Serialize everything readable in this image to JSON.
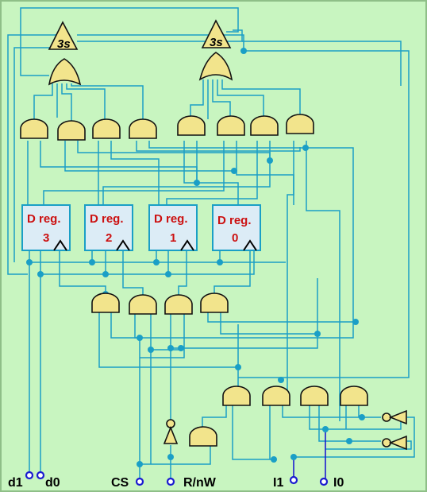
{
  "tristate_label": "3s",
  "registers": [
    {
      "name": "D reg.",
      "index": "3"
    },
    {
      "name": "D reg.",
      "index": "2"
    },
    {
      "name": "D reg.",
      "index": "1"
    },
    {
      "name": "D reg.",
      "index": "0"
    }
  ],
  "pins": {
    "d1": "d1",
    "d0": "d0",
    "cs": "CS",
    "rnw": "R/nW",
    "i1": "I1",
    "i0": "I0"
  },
  "colors": {
    "background": "#c8f5c0",
    "wire": "#1a9fc6",
    "gate_fill": "#f2e48c",
    "register_fill": "#dcecf6",
    "register_text": "#cc1010",
    "pin": "#1b1bd0"
  }
}
